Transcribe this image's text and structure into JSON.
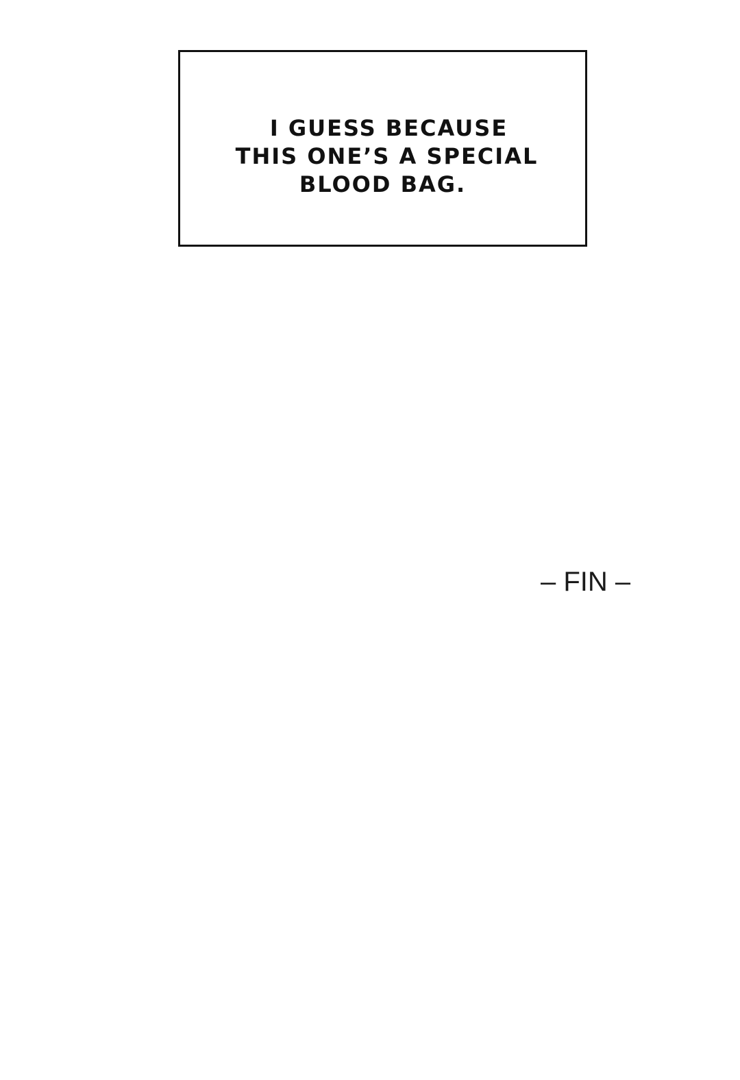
{
  "caption": {
    "lines": [
      "I GUESS BECAUSE",
      "THIS ONE’S A SPECIAL",
      "BLOOD BAG."
    ]
  },
  "ending": {
    "text": "– FIN –"
  },
  "colors": {
    "background": "#ffffff",
    "ink": "#111111"
  }
}
